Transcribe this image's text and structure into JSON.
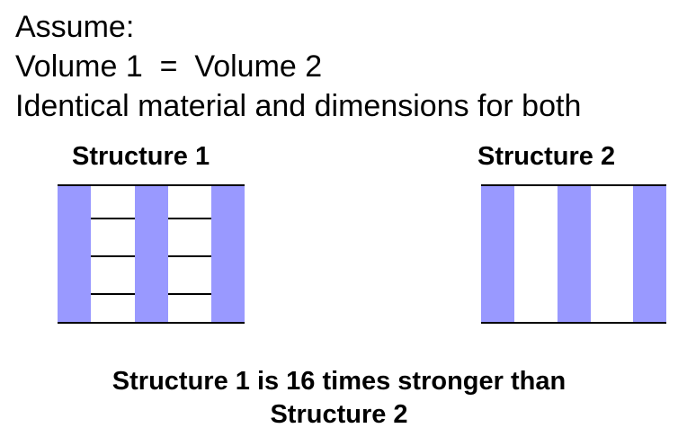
{
  "assumptions": {
    "heading": "Assume:",
    "line1": "Volume 1  =  Volume 2",
    "line2": "Identical material and dimensions for both"
  },
  "structure1": {
    "label": "Structure 1",
    "column_count": 3,
    "bracing_rows": 3,
    "bracing_bays": 2
  },
  "structure2": {
    "label": "Structure 2",
    "column_count": 3
  },
  "conclusion": {
    "line1": "Structure 1 is 16 times stronger than",
    "line2": "Structure 2"
  },
  "colors": {
    "column": "#9999ff",
    "line": "#000000",
    "background": "#ffffff"
  }
}
